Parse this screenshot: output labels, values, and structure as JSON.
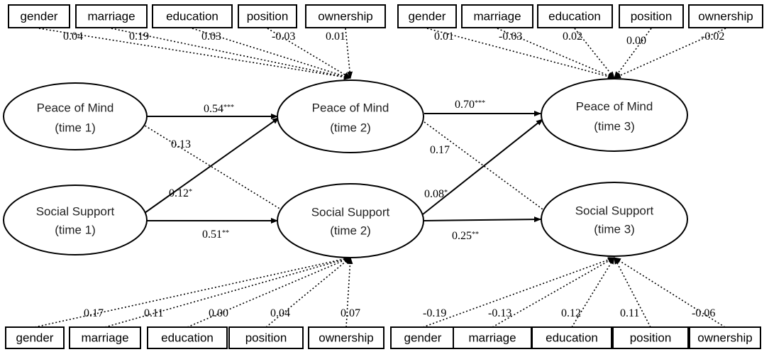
{
  "diagram": {
    "nodes": {
      "pom1": {
        "line1": "Peace of Mind",
        "line2": "(time 1)"
      },
      "pom2": {
        "line1": "Peace of Mind",
        "line2": "(time 2)"
      },
      "pom3": {
        "line1": "Peace of Mind",
        "line2": "(time 3)"
      },
      "ss1": {
        "line1": "Social Support",
        "line2": "(time 1)"
      },
      "ss2": {
        "line1": "Social Support",
        "line2": "(time 2)"
      },
      "ss3": {
        "line1": "Social Support",
        "line2": "(time 3)"
      }
    },
    "paths": {
      "pom1_pom2": {
        "value": "0.54",
        "sig": "***"
      },
      "pom2_pom3": {
        "value": "0.70",
        "sig": "***"
      },
      "ss1_ss2": {
        "value": "0.51",
        "sig": "**"
      },
      "ss2_ss3": {
        "value": "0.25",
        "sig": "**"
      },
      "pom1_ss2": {
        "value": "0.13",
        "sig": ""
      },
      "ss1_pom2": {
        "value": "0.12",
        "sig": "*"
      },
      "pom2_ss3": {
        "value": "0.17",
        "sig": ""
      },
      "ss2_pom3": {
        "value": "0.08",
        "sig": "*"
      }
    },
    "controls": {
      "top_left": [
        {
          "label": "gender",
          "value": "0.04"
        },
        {
          "label": "marriage",
          "value": "0.19"
        },
        {
          "label": "education",
          "value": "0.03"
        },
        {
          "label": "position",
          "value": "-0.03"
        },
        {
          "label": "ownership",
          "value": "0.01"
        }
      ],
      "top_right": [
        {
          "label": "gender",
          "value": "0.01"
        },
        {
          "label": "marriage",
          "value": "-0.03"
        },
        {
          "label": "education",
          "value": "0.02"
        },
        {
          "label": "position",
          "value": "0.00"
        },
        {
          "label": "ownership",
          "value": "-0.02"
        }
      ],
      "bottom_left": [
        {
          "label": "gender",
          "value": "0.17"
        },
        {
          "label": "marriage",
          "value": "0.11"
        },
        {
          "label": "education",
          "value": "0.00"
        },
        {
          "label": "position",
          "value": "0.04"
        },
        {
          "label": "ownership",
          "value": "0.07"
        }
      ],
      "bottom_right": [
        {
          "label": "gender",
          "value": "-0.19"
        },
        {
          "label": "marriage",
          "value": "-0.13"
        },
        {
          "label": "education",
          "value": "0.12"
        },
        {
          "label": "position",
          "value": "0.11"
        },
        {
          "label": "ownership",
          "value": "-0.06"
        }
      ]
    }
  }
}
